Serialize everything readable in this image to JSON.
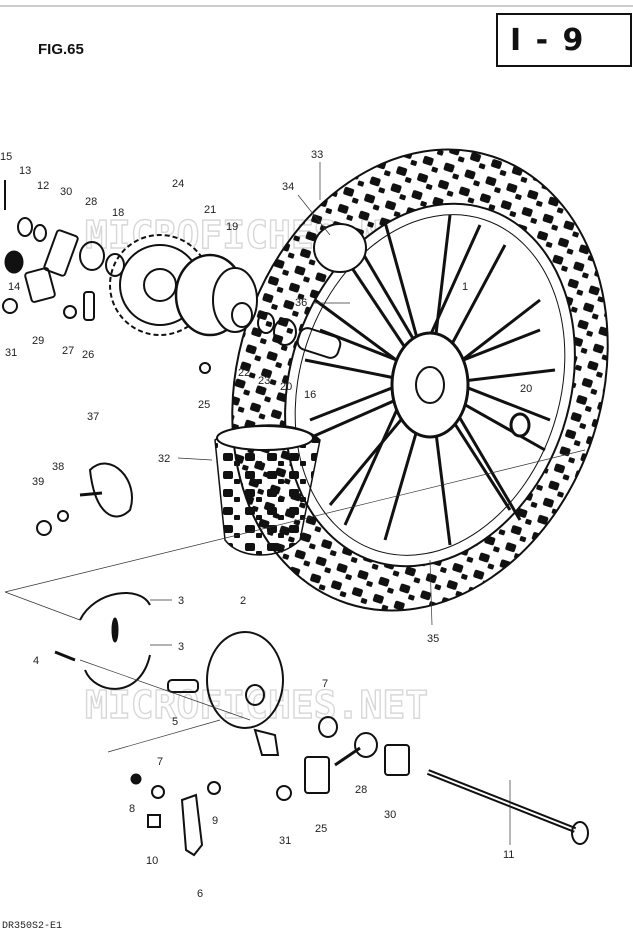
{
  "header": {
    "figure_label": "FIG.65",
    "section_code": "I - 9"
  },
  "footer": {
    "drawing_code": "DR350S2-E1"
  },
  "watermarks": [
    "MICROFICHES.NET",
    "MICROFICHES.NET"
  ],
  "callouts": [
    {
      "id": "c15",
      "text": "15"
    },
    {
      "id": "c13",
      "text": "13"
    },
    {
      "id": "c12",
      "text": "12"
    },
    {
      "id": "c30a",
      "text": "30"
    },
    {
      "id": "c28a",
      "text": "28"
    },
    {
      "id": "c18",
      "text": "18"
    },
    {
      "id": "c24",
      "text": "24"
    },
    {
      "id": "c21",
      "text": "21"
    },
    {
      "id": "c19",
      "text": "19"
    },
    {
      "id": "c34",
      "text": "34"
    },
    {
      "id": "c33",
      "text": "33"
    },
    {
      "id": "c14",
      "text": "14"
    },
    {
      "id": "c31a",
      "text": "31"
    },
    {
      "id": "c29",
      "text": "29"
    },
    {
      "id": "c27",
      "text": "27"
    },
    {
      "id": "c26",
      "text": "26"
    },
    {
      "id": "c22",
      "text": "22"
    },
    {
      "id": "c23",
      "text": "23"
    },
    {
      "id": "c20a",
      "text": "20"
    },
    {
      "id": "c16",
      "text": "16"
    },
    {
      "id": "c25a",
      "text": "25"
    },
    {
      "id": "c36",
      "text": "36"
    },
    {
      "id": "c1",
      "text": "1"
    },
    {
      "id": "c20b",
      "text": "20"
    },
    {
      "id": "c37",
      "text": "37"
    },
    {
      "id": "c32",
      "text": "32"
    },
    {
      "id": "c38",
      "text": "38"
    },
    {
      "id": "c39",
      "text": "39"
    },
    {
      "id": "c35",
      "text": "35"
    },
    {
      "id": "c3a",
      "text": "3"
    },
    {
      "id": "c2",
      "text": "2"
    },
    {
      "id": "c3b",
      "text": "3"
    },
    {
      "id": "c4",
      "text": "4"
    },
    {
      "id": "c5",
      "text": "5"
    },
    {
      "id": "c7a",
      "text": "7"
    },
    {
      "id": "c7b",
      "text": "7"
    },
    {
      "id": "c8",
      "text": "8"
    },
    {
      "id": "c9",
      "text": "9"
    },
    {
      "id": "c10",
      "text": "10"
    },
    {
      "id": "c6",
      "text": "6"
    },
    {
      "id": "c31b",
      "text": "31"
    },
    {
      "id": "c25b",
      "text": "25"
    },
    {
      "id": "c28b",
      "text": "28"
    },
    {
      "id": "c30b",
      "text": "30"
    },
    {
      "id": "c11",
      "text": "11"
    }
  ]
}
